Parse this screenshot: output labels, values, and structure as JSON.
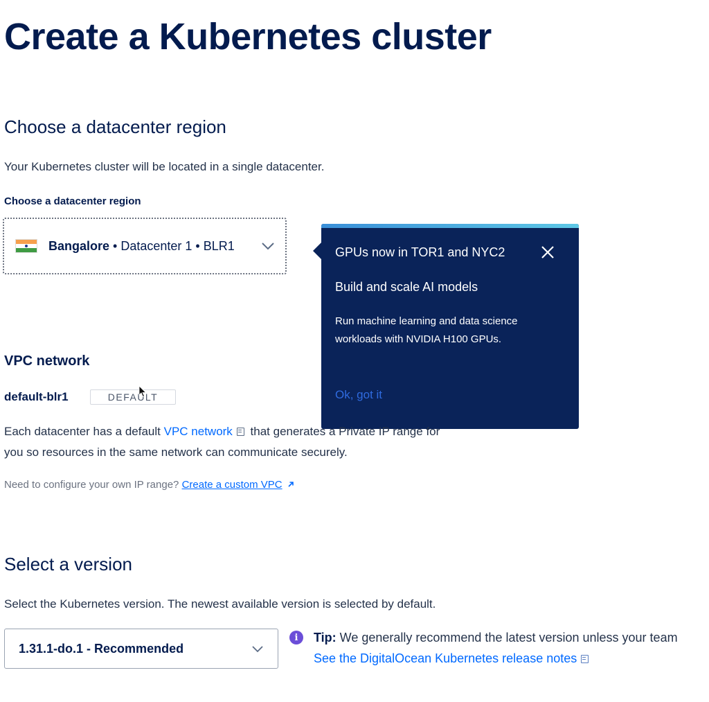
{
  "page": {
    "title": "Create a Kubernetes cluster"
  },
  "region_section": {
    "heading": "Choose a datacenter region",
    "description": "Your Kubernetes cluster will be located in a single datacenter.",
    "field_label": "Choose a datacenter region",
    "selected": {
      "city": "Bangalore",
      "detail": " • Datacenter 1 • BLR1",
      "flag_icon": "india-flag-icon"
    }
  },
  "tooltip": {
    "title": "GPUs now in TOR1 and NYC2",
    "subtitle": "Build and scale AI models",
    "description": "Run machine learning and data science workloads with NVIDIA H100 GPUs.",
    "ok_label": "Ok, got it",
    "close_icon": "close-icon",
    "accent_color": "#0a2359"
  },
  "vpc_section": {
    "heading": "VPC network",
    "network_name": "default-blr1",
    "badge": "DEFAULT",
    "desc_before": "Each datacenter has a default ",
    "desc_link": "VPC network",
    "desc_after_line1": " that generates a Private IP range for",
    "desc_line2": "you so resources in the same network can communicate securely.",
    "custom_prompt": "Need to configure your own IP range? ",
    "custom_link": "Create a custom VPC"
  },
  "version_section": {
    "heading": "Select a version",
    "description": "Select the Kubernetes version. The newest available version is selected by default.",
    "selected": "1.31.1-do.1 - Recommended",
    "tip_label": "Tip:",
    "tip_text": " We generally recommend the latest version unless your team",
    "release_notes_link": "See the DigitalOcean Kubernetes release notes",
    "info_icon": "info-icon"
  },
  "colors": {
    "heading": "#031b4e",
    "link": "#0069ff",
    "tooltip_bg": "#0a2359",
    "info": "#6b4ed8"
  }
}
